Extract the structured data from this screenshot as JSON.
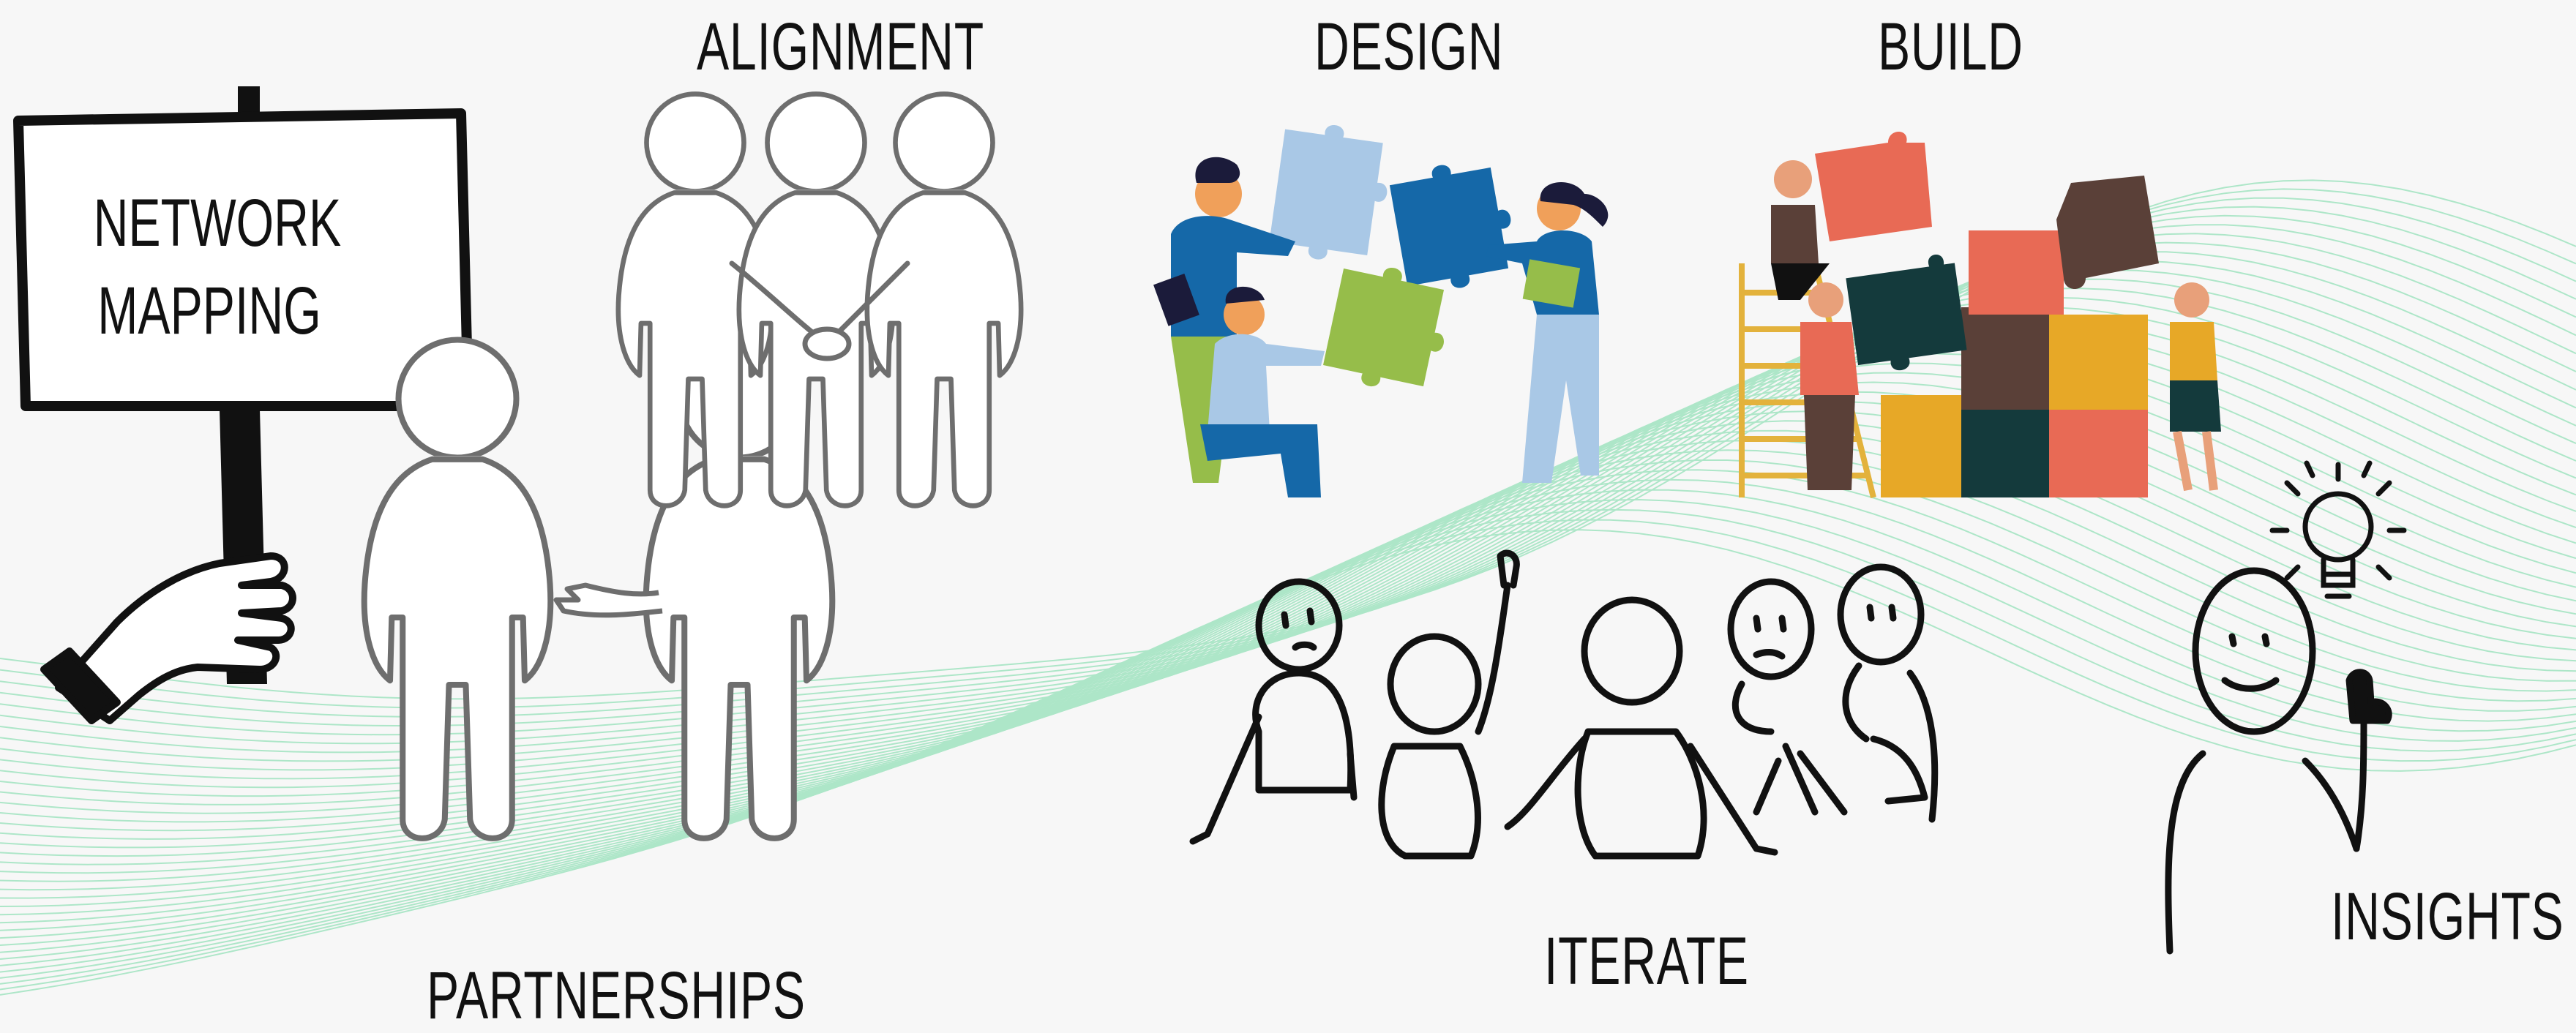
{
  "sign": {
    "line1": "NETWORK",
    "line2": "MAPPING"
  },
  "stages": {
    "alignment": "ALIGNMENT",
    "design": "DESIGN",
    "build": "BUILD",
    "partnerships": "PARTNERSHIPS",
    "iterate": "ITERATE",
    "insights": "INSIGHTS"
  },
  "colors": {
    "wave": "#8fe0b5",
    "ink": "#111111",
    "figure_outline": "#6e6e6e",
    "figure_fill": "#ffffff",
    "puzzle_light_blue": "#a9c8e6",
    "puzzle_blue": "#1568a8",
    "puzzle_green": "#96bd4a",
    "puzzle_coral": "#e86a55",
    "puzzle_brown": "#5a4038",
    "puzzle_teal": "#143a3c",
    "puzzle_yellow": "#e7a827",
    "ladder": "#e3b23c"
  },
  "icons": [
    "signpost-icon",
    "hand-icon",
    "lightbulb-icon",
    "puzzle-icon",
    "stick-figure-icon"
  ]
}
